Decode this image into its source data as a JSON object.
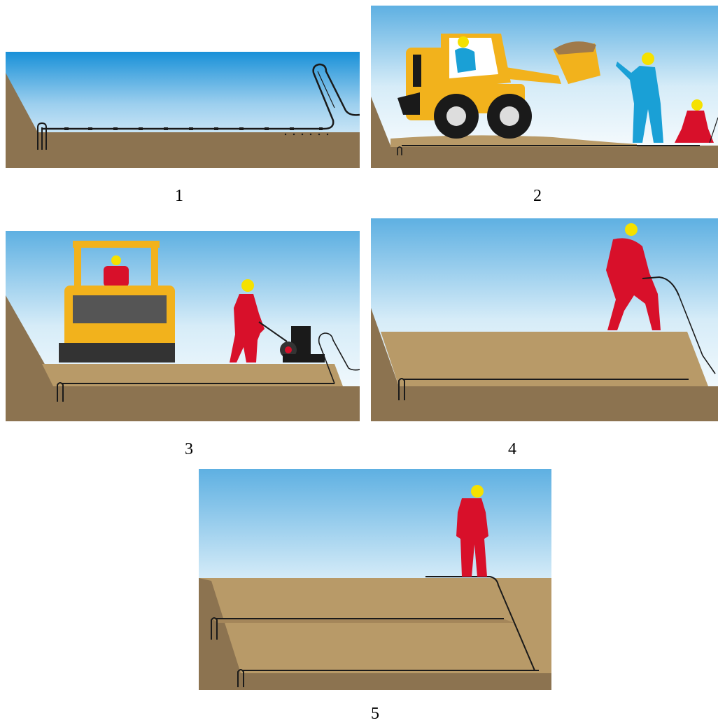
{
  "steps": [
    {
      "number": "1"
    },
    {
      "number": "2"
    },
    {
      "number": "3"
    },
    {
      "number": "4"
    },
    {
      "number": "5"
    }
  ],
  "colors": {
    "sky_top": "#3a9fd8",
    "sky_bottom": "#ffffff",
    "ground": "#8c7350",
    "fill_layer": "#b89a68",
    "machine_yellow": "#f2b21c",
    "worker_red": "#d8102a",
    "worker_blue": "#1aa0d6",
    "helmet": "#f5e100",
    "reinforcement": "#1a1a1a"
  },
  "icons": [
    "anchor-icon",
    "wheel-loader-icon",
    "vibratory-roller-icon",
    "plate-compactor-icon",
    "worker-icon"
  ]
}
